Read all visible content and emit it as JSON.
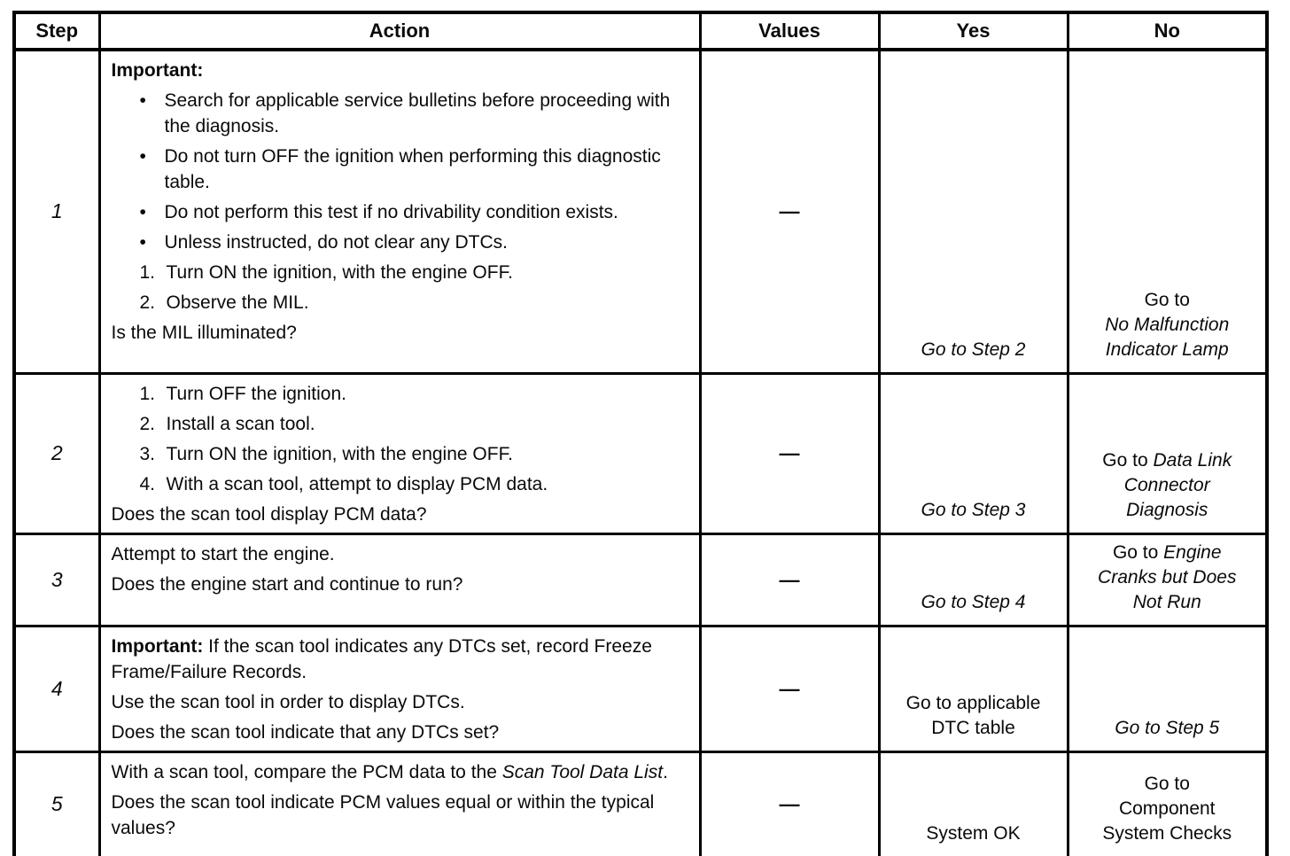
{
  "table": {
    "headers": {
      "step": "Step",
      "action": "Action",
      "values": "Values",
      "yes": "Yes",
      "no": "No"
    },
    "rows": [
      {
        "step": "1",
        "action": {
          "important": "Important:",
          "bullets": [
            "Search for applicable service bulletins before proceeding with the diagnosis.",
            "Do not turn OFF the ignition when performing this diagnostic table.",
            "Do not perform this test if no drivability condition exists.",
            "Unless instructed, do not clear any DTCs."
          ],
          "numbered": [
            {
              "num": "1.",
              "text": "Turn ON the ignition, with the engine OFF."
            },
            {
              "num": "2.",
              "text": "Observe the MIL."
            }
          ],
          "question": "Is the MIL illuminated?"
        },
        "values": "—",
        "yes": {
          "goto_italic": "Go to Step 2"
        },
        "no": {
          "prefix": "Go to",
          "target_italic": "No Malfunction Indicator Lamp"
        }
      },
      {
        "step": "2",
        "action": {
          "numbered": [
            {
              "num": "1.",
              "text": "Turn OFF the ignition."
            },
            {
              "num": "2.",
              "text": "Install a scan tool."
            },
            {
              "num": "3.",
              "text": "Turn ON the ignition, with the engine OFF."
            },
            {
              "num": "4.",
              "text": "With a scan tool, attempt to display PCM data."
            }
          ],
          "question": "Does the scan tool display PCM data?"
        },
        "values": "—",
        "yes": {
          "goto_italic": "Go to Step 3"
        },
        "no": {
          "prefix": "Go to ",
          "target_italic": "Data Link Connector Diagnosis"
        }
      },
      {
        "step": "3",
        "action": {
          "line": "Attempt to start the engine.",
          "question": "Does the engine start and continue to run?"
        },
        "values": "—",
        "yes": {
          "goto_italic": "Go to Step 4"
        },
        "no": {
          "prefix": "Go to ",
          "target_italic": "Engine Cranks but Does Not Run"
        }
      },
      {
        "step": "4",
        "action": {
          "important": "Important:",
          "important_rest": " If the scan tool indicates any DTCs set, record Freeze Frame/Failure Records.",
          "line": "Use the scan tool in order to display DTCs.",
          "question": "Does the scan tool indicate that any DTCs set?"
        },
        "values": "—",
        "yes": {
          "plain": "Go to applicable DTC table"
        },
        "no": {
          "goto_italic": "Go to Step 5"
        }
      },
      {
        "step": "5",
        "action": {
          "line_pre_italic": "With a scan tool, compare the PCM data to the ",
          "line_italic": "Scan Tool Data List",
          "line_post_italic": ".",
          "question": "Does the scan tool indicate PCM values equal or within the typical values?"
        },
        "values": "—",
        "yes": {
          "plain": "System OK"
        },
        "no": {
          "lines": [
            "Go to",
            "Component",
            "System Checks"
          ]
        }
      }
    ]
  }
}
